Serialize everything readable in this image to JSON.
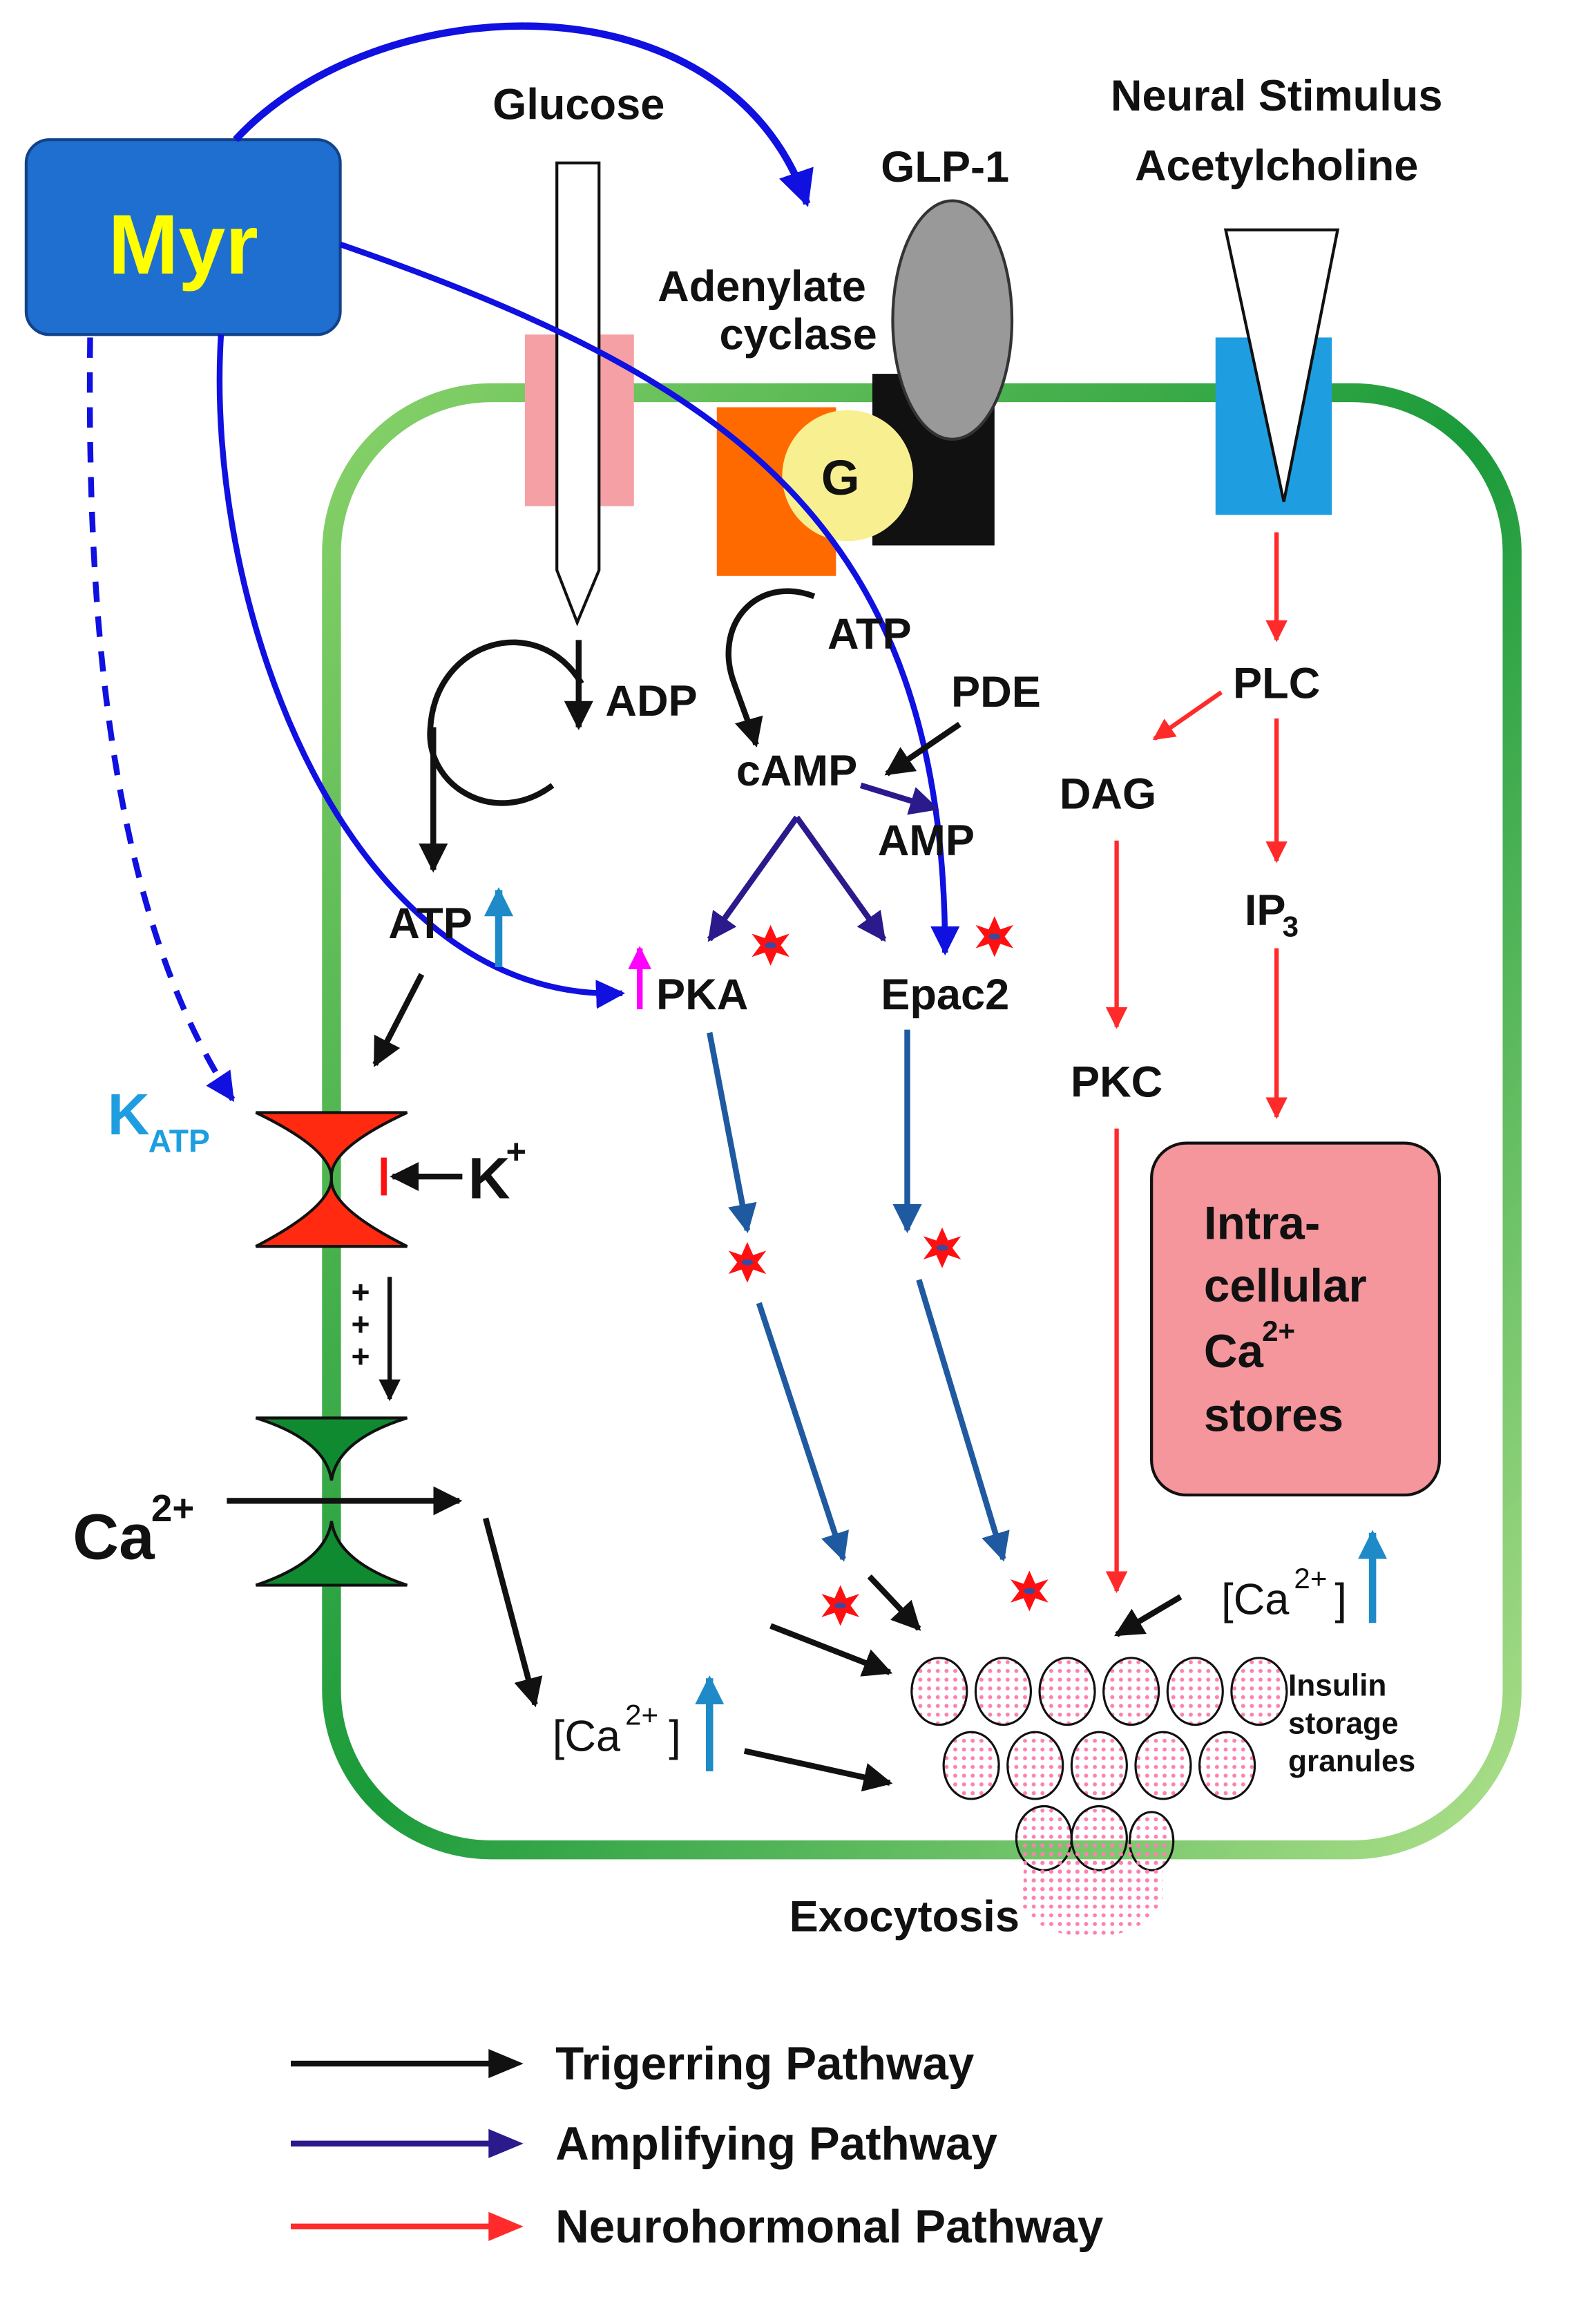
{
  "labels": {
    "myr": "Myr",
    "glucose": "Glucose",
    "glp1": "GLP-1",
    "neural_stimulus": "Neural Stimulus",
    "acetylcholine": "Acetylcholine",
    "adenylate": "Adenylate",
    "cyclase": "cyclase",
    "g_protein": "G",
    "atp_ac": "ATP",
    "adp": "ADP",
    "pde": "PDE",
    "camp": "cAMP",
    "amp": "AMP",
    "atp_left": "ATP",
    "pka": "PKA",
    "epac2": "Epac2",
    "plc": "PLC",
    "dag": "DAG",
    "ip3_base": "IP",
    "ip3_sub": "3",
    "pkc": "PKC",
    "katp_base": "K",
    "katp_sub": "ATP",
    "k_base": "K",
    "k_sup": "+",
    "ca_ext_base": "Ca",
    "ca_ext_sup": "2+",
    "depol": "+",
    "ca_int_open": "[Ca",
    "ca_int_sup": "2+",
    "ca_int_close": "]",
    "ca_right_open": "[Ca",
    "ca_right_sup": "2+",
    "ca_right_close": "]",
    "stores_1": "Intra-",
    "stores_2": "cellular",
    "stores_3_base": "Ca",
    "stores_3_sup": "2+",
    "stores_4": "stores",
    "insulin_1": "Insulin",
    "insulin_2": "storage",
    "insulin_3": "granules",
    "exocytosis": "Exocytosis"
  },
  "legend": [
    {
      "label": "Trigerring Pathway",
      "color": "#111111"
    },
    {
      "label": "Amplifying Pathway",
      "color": "#2a1a8c"
    },
    {
      "label": "Neurohormonal Pathway",
      "color": "#ff2a2a"
    }
  ],
  "colors": {
    "myr_box": "#1e6fd0",
    "myr_text": "#ffff00",
    "myr_arrows": "#1010e0",
    "triggering": "#111111",
    "amplifying": "#2a1a8c",
    "neurohormonal": "#ff2a2a",
    "downstream": "#1f5aa0",
    "up_arrow": "#1e8bc8",
    "pka_up_arrow": "#ff00ff",
    "katp_label": "#1e9ee0",
    "katp_channel": "#ff2a10",
    "ca_channel": "#108a30",
    "membrane": "#3aba3a",
    "glut": "#f4a0a4",
    "adenylate_cyclase": "#ff6a00",
    "g_protein": "#f8f090",
    "glp1_receptor": "#999999",
    "receptor_base": "#111111",
    "neural_receptor": "#1e9ee0",
    "stores_box": "#f4969c",
    "granule": "#ff80b0",
    "star": "#ff1010"
  }
}
